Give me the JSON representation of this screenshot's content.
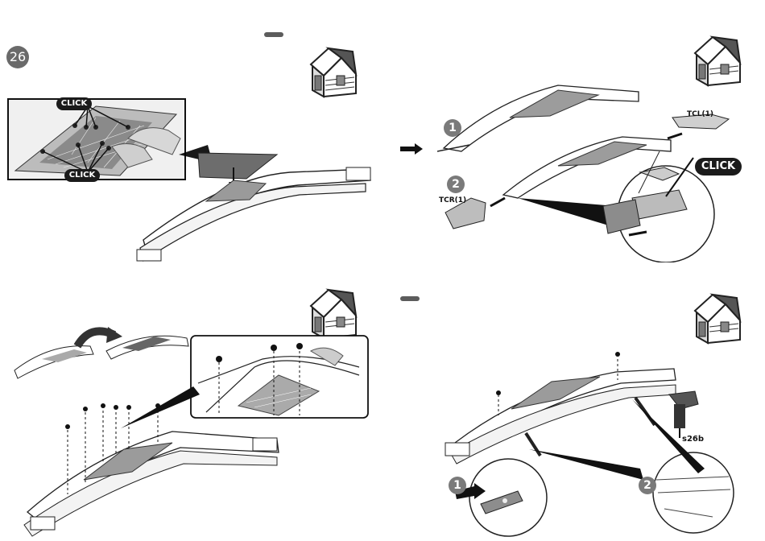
{
  "page": {
    "step_number": "26",
    "colors": {
      "ink": "#1a1a1a",
      "grey": "#6a6a6a",
      "badge": "#1b1b1b"
    }
  },
  "panel1": {
    "click_top": "CLICK",
    "click_bottom": "CLICK"
  },
  "panel2": {
    "part_left": "TCL(1)",
    "part_right": "TCR(1)",
    "click": "CLICK",
    "sub1": "1",
    "sub2": "2"
  },
  "panel4": {
    "screw_code": "s26b",
    "sub1": "1",
    "sub2": "2"
  },
  "icons": [
    "playhouse-icon",
    "arrow-icon",
    "screw-icon",
    "drill-icon"
  ]
}
